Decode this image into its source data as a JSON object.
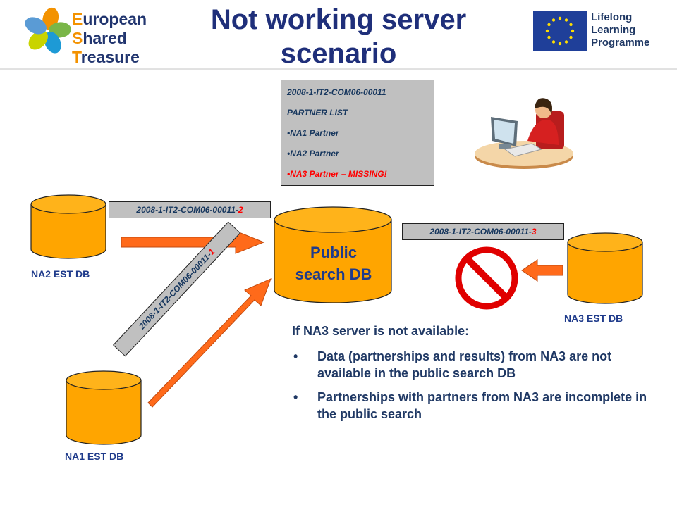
{
  "title": "Not working server scenario",
  "logos": {
    "left": {
      "lines": [
        {
          "cap": "E",
          "rest": "uropean"
        },
        {
          "cap": "S",
          "rest": "hared"
        },
        {
          "cap": "T",
          "rest": "reasure"
        }
      ]
    },
    "right": {
      "lines": [
        "Lifelong",
        "Learning",
        "Programme"
      ]
    }
  },
  "partner_box": {
    "project_id": "2008-1-IT2-COM06-00011",
    "heading": "PARTNER LIST",
    "items": [
      "•NA1 Partner",
      "•NA2 Partner",
      "•NA3 Partner – MISSING!"
    ]
  },
  "tags": {
    "na2": {
      "base": "2008-1-IT2-COM06-00011-",
      "suffix": "2"
    },
    "na3": {
      "base": "2008-1-IT2-COM06-00011-",
      "suffix": "3"
    },
    "na1": {
      "base": "2008-1-IT2-COM06-00011-",
      "suffix": "1"
    }
  },
  "databases": {
    "na2": "NA2 EST DB",
    "na1": "NA1 EST DB",
    "na3": "NA3 EST DB",
    "public": {
      "line1": "Public",
      "line2": "search DB"
    }
  },
  "explanation": {
    "heading": "If NA3 server is not available:",
    "bullets": [
      "Data (partnerships and results) from NA3 are not available in the public search DB",
      "Partnerships with partners from NA3 are incomplete in the public search"
    ]
  },
  "colors": {
    "db_fill": "#ffa500",
    "arrow": "#ff6a1a",
    "title": "#1f2f7a",
    "box_bg": "#c0c0c0",
    "missing": "#ff0000"
  },
  "icons": {
    "blocked": "no-entry-icon",
    "worker": "person-at-computer-icon"
  }
}
